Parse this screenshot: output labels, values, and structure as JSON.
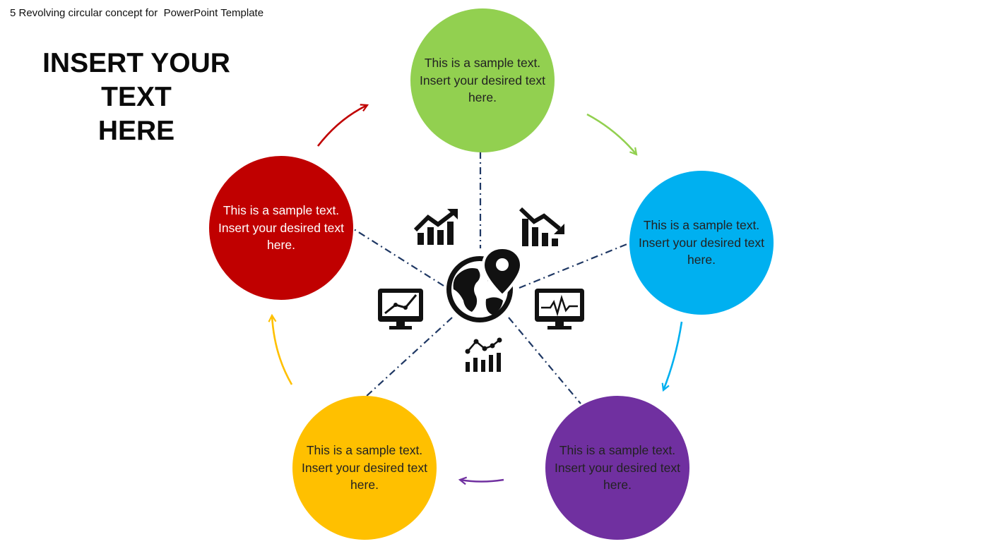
{
  "slide": {
    "subtitle": "5 Revolving circular concept for  PowerPoint Template",
    "heading_line1": "INSERT YOUR TEXT",
    "heading_line2": "HERE"
  },
  "nodes": [
    {
      "id": "top",
      "color": "#92D050",
      "text_color": "#222222",
      "line1": "This is a sample text.",
      "line2": "Insert your desired text",
      "line3": "here."
    },
    {
      "id": "right",
      "color": "#00B0F0",
      "text_color": "#222222",
      "line1": "This is a sample text.",
      "line2": "Insert your desired text",
      "line3": "here."
    },
    {
      "id": "bottom-right",
      "color": "#7030A0",
      "text_color": "#222222",
      "line1": "This is a sample text.",
      "line2": "Insert your desired text",
      "line3": "here."
    },
    {
      "id": "bottom-left",
      "color": "#FFC000",
      "text_color": "#222222",
      "line1": "This is a sample text.",
      "line2": "Insert your desired text",
      "line3": "here."
    },
    {
      "id": "left",
      "color": "#C00000",
      "text_color": "#ffffff",
      "line1": "This is a sample text.",
      "line2": "Insert your desired text",
      "line3": "here."
    }
  ],
  "connector_color": "#1F3864",
  "icons": [
    "growth-chart-icon",
    "decline-chart-icon",
    "globe-location-icon",
    "monitor-graph-icon",
    "monitor-pulse-icon",
    "line-bar-chart-icon"
  ]
}
